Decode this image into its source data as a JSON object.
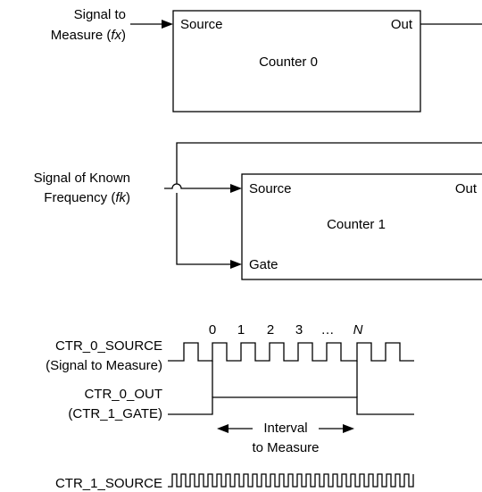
{
  "counter0": {
    "input_line1": "Signal to",
    "input_line2_prefix": "Measure (",
    "input_line2_var": "fx",
    "input_line2_suffix": ")",
    "source_label": "Source",
    "out_label": "Out",
    "title": "Counter 0"
  },
  "counter1": {
    "input_line1": "Signal of Known",
    "input_line2_prefix": "Frequency (",
    "input_line2_var": "fk",
    "input_line2_suffix": ")",
    "source_label": "Source",
    "out_label": "Out",
    "gate_label": "Gate",
    "title": "Counter 1"
  },
  "timing": {
    "count_labels": [
      "0",
      "1",
      "2",
      "3",
      "…",
      "N"
    ],
    "source0_label_line1": "CTR_0_SOURCE",
    "source0_label_line2": "(Signal to Measure)",
    "out0_label_line1": "CTR_0_OUT",
    "out0_label_line2": "(CTR_1_GATE)",
    "interval_line1": "Interval",
    "interval_line2": "to Measure",
    "source1_label": "CTR_1_SOURCE"
  }
}
